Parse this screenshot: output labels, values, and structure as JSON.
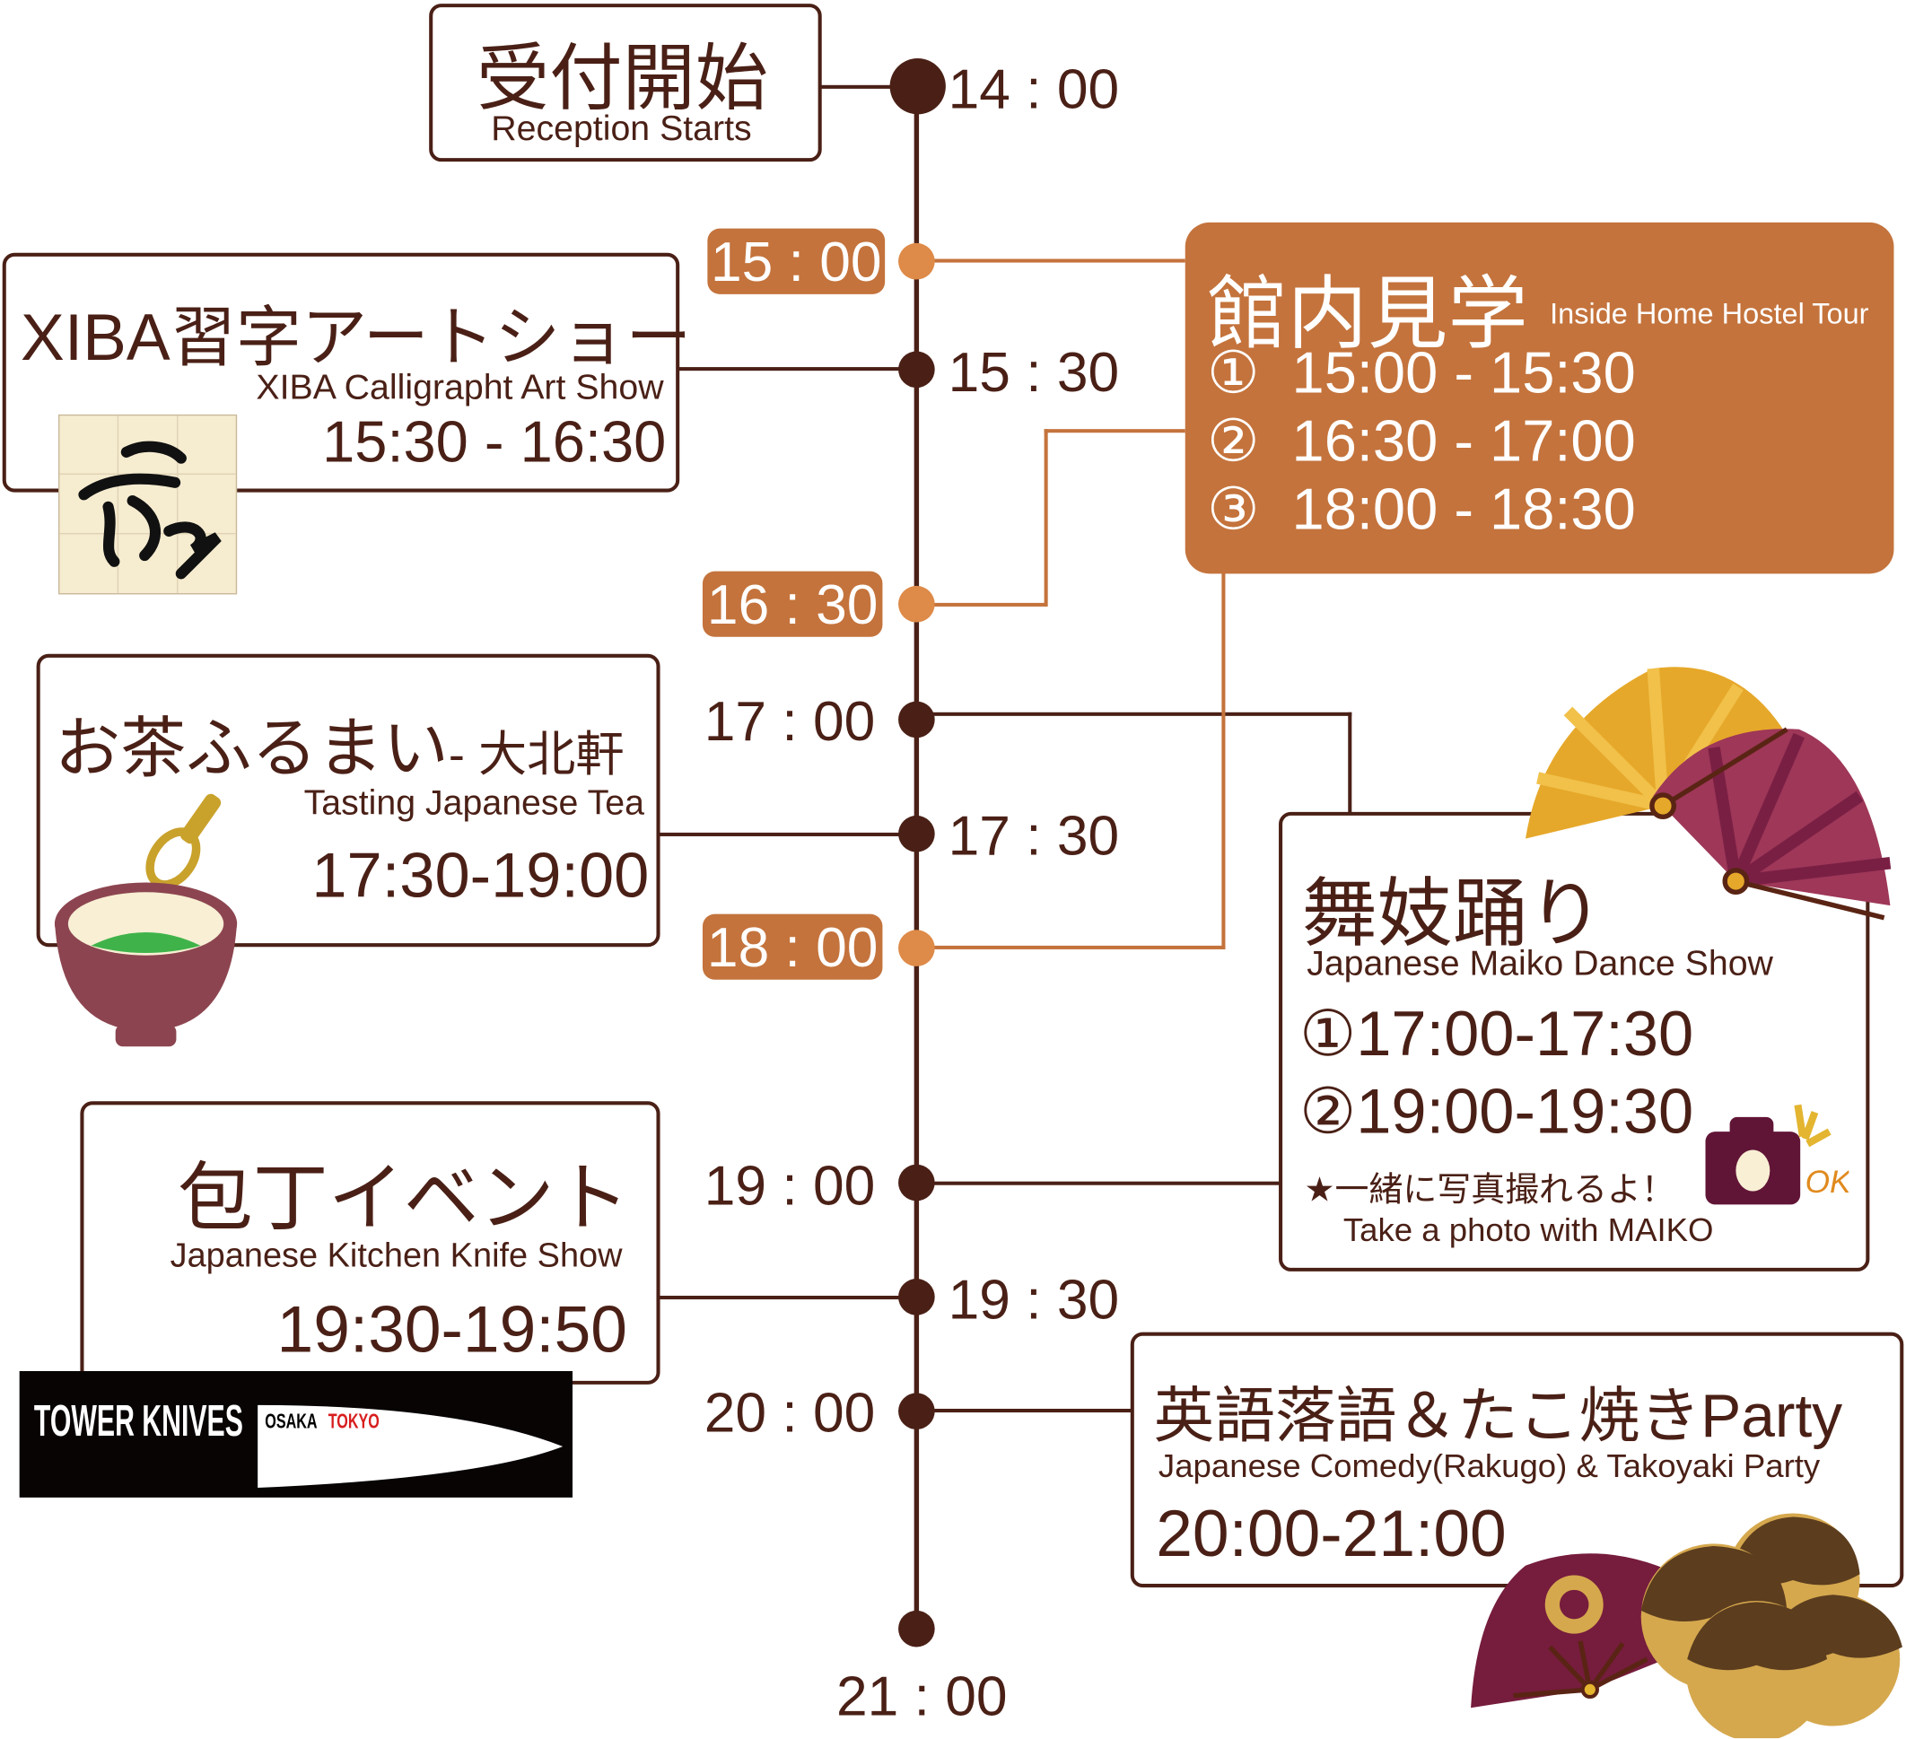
{
  "colors": {
    "brown": "#4a2016",
    "orange": "#c4733c",
    "dot_orange": "#de8a48",
    "maroon": "#6e1a3c"
  },
  "timeline": {
    "t1400": "14 : 00",
    "t1500": "15 : 00",
    "t1530": "15 : 30",
    "t1630": "16 : 30",
    "t1700": "17 : 00",
    "t1730": "17 : 30",
    "t1800": "18 : 00",
    "t1900": "19 : 00",
    "t1930": "19 : 30",
    "t2000": "20 : 00",
    "t2100": "21 : 00"
  },
  "reception": {
    "title_ja": "受付開始",
    "title_en": "Reception Starts"
  },
  "xiba": {
    "title_ja": "XIBA習字アートショー",
    "title_en": "XIBA Calligrapht Art Show",
    "time": "15:30 - 16:30"
  },
  "tour": {
    "title_ja": "館内見学",
    "title_en": "Inside Home Hostel Tour",
    "sessions": [
      "①  15:00 - 15:30",
      "②  16:30 - 17:00",
      "③  18:00 - 18:30"
    ]
  },
  "tea": {
    "title_ja": "お茶ふるまい",
    "title_suffix": "- 大北軒",
    "title_en": "Tasting Japanese Tea",
    "time": "17:30-19:00"
  },
  "maiko": {
    "title_ja": "舞妓踊り",
    "title_en": "Japanese Maiko Dance Show",
    "sessions": [
      "①17:00-17:30",
      "②19:00-19:30"
    ],
    "photo_ja": "★一緒に写真撮れるよ！",
    "photo_en": "Take a photo with MAIKO",
    "ok": "OK"
  },
  "knife": {
    "title_ja": "包丁イベント",
    "title_en": "Japanese Kitchen Knife Show",
    "time": "19:30-19:50",
    "logo_main": "TOWER KNIVES",
    "logo_osaka": "OSAKA",
    "logo_tokyo": "TOKYO"
  },
  "rakugo": {
    "title_ja": "英語落語＆たこ焼きParty",
    "title_en": "Japanese Comedy(Rakugo) & Takoyaki Party",
    "time": "20:00-21:00"
  }
}
